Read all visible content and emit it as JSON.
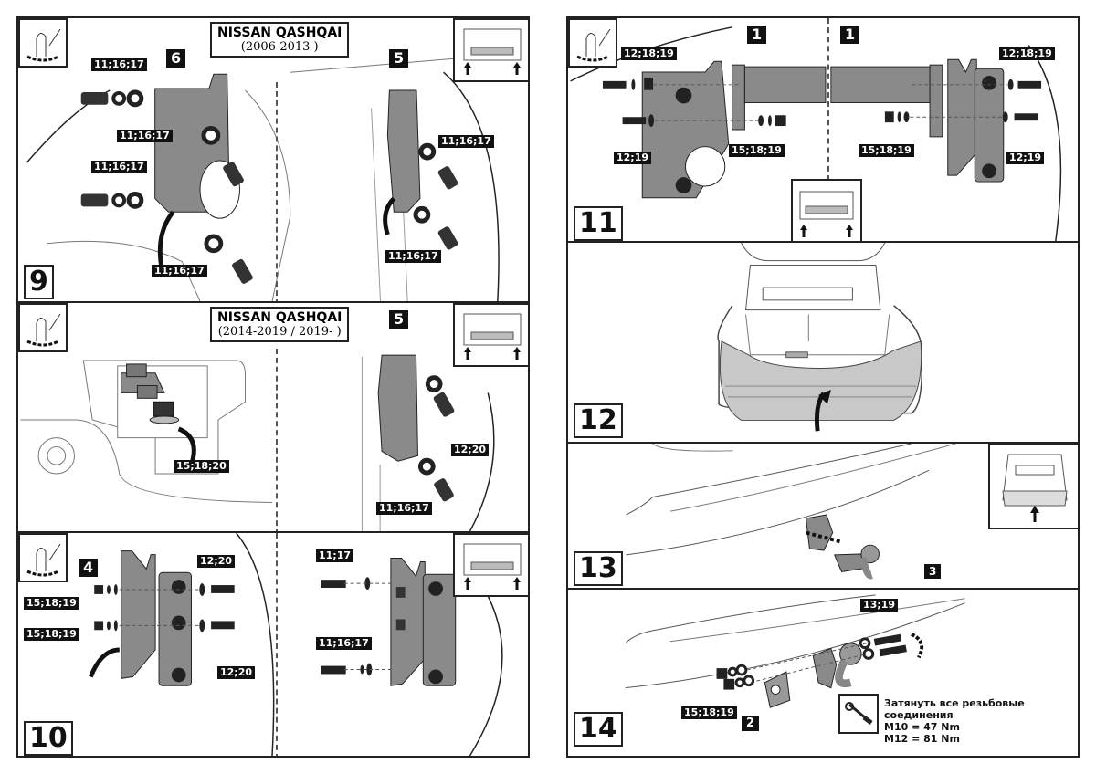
{
  "document": {
    "vehicle": "NISSAN QASHQAI",
    "panels": {
      "p9": {
        "step": "9",
        "model_name": "NISSAN QASHQAI",
        "model_years": "(2006-2013 )",
        "part_left": "6",
        "part_right": "5",
        "tags_left": [
          "11;16;17",
          "11;16;17",
          "11;16;17",
          "11;16;17"
        ],
        "tags_right": [
          "11;16;17",
          "11;16;17"
        ]
      },
      "p9b": {
        "model_name": "NISSAN QASHQAI",
        "model_years": "(2014-2019 / 2019- )",
        "part_right": "5",
        "tag_left": "15;18;20",
        "tags_right": [
          "12;20",
          "11;16;17"
        ]
      },
      "p10": {
        "step": "10",
        "part_left": "4",
        "tags_left": [
          "12;20",
          "15;18;19",
          "15;18;19",
          "12;20"
        ],
        "tags_right": [
          "11;17",
          "11;16;17"
        ]
      },
      "p11": {
        "step": "11",
        "part_left": "1",
        "part_right": "1",
        "tags_left": [
          "12;18;19",
          "12;19",
          "15;18;19"
        ],
        "tags_right": [
          "12;18;19",
          "15;18;19",
          "12;19"
        ]
      },
      "p12": {
        "step": "12"
      },
      "p13": {
        "step": "13",
        "part": "3"
      },
      "p14": {
        "step": "14",
        "tag_top": "13;19",
        "tag_bottom": "15;18;19",
        "part": "2",
        "torque_title": "Затянуть все резьбовые соединения",
        "torque_m10": "M10 = 47 Nm",
        "torque_m12": "M12 = 81 Nm"
      }
    },
    "icons": {
      "tool": "hand-wrench-icon",
      "thumbnail": "car-rear-thumbnail",
      "wrench": "torque-wrench-icon"
    }
  }
}
